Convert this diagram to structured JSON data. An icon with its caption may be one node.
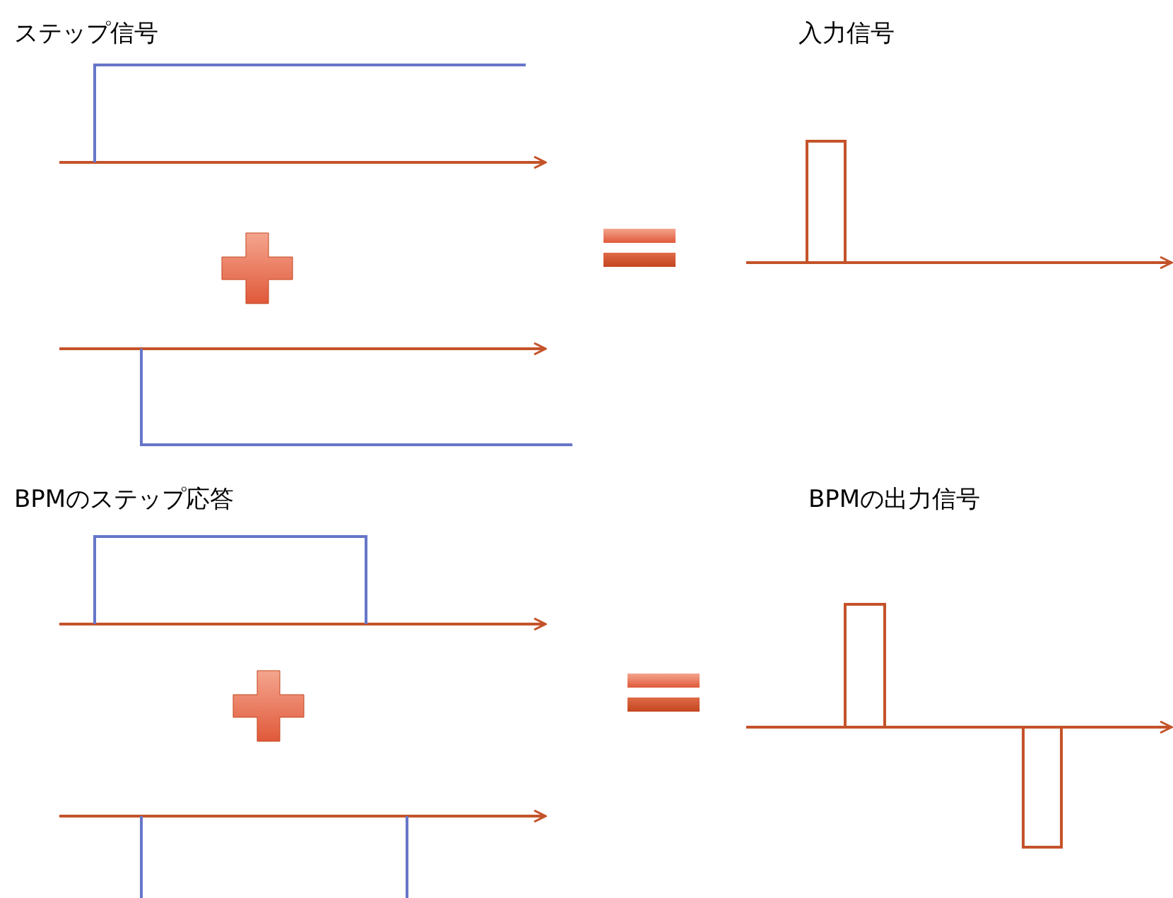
{
  "diagram": {
    "labels": [
      "ステップ信号",
      "入力信号",
      "BPMのステップ応答",
      "BPMの出力信号"
    ]
  }
}
